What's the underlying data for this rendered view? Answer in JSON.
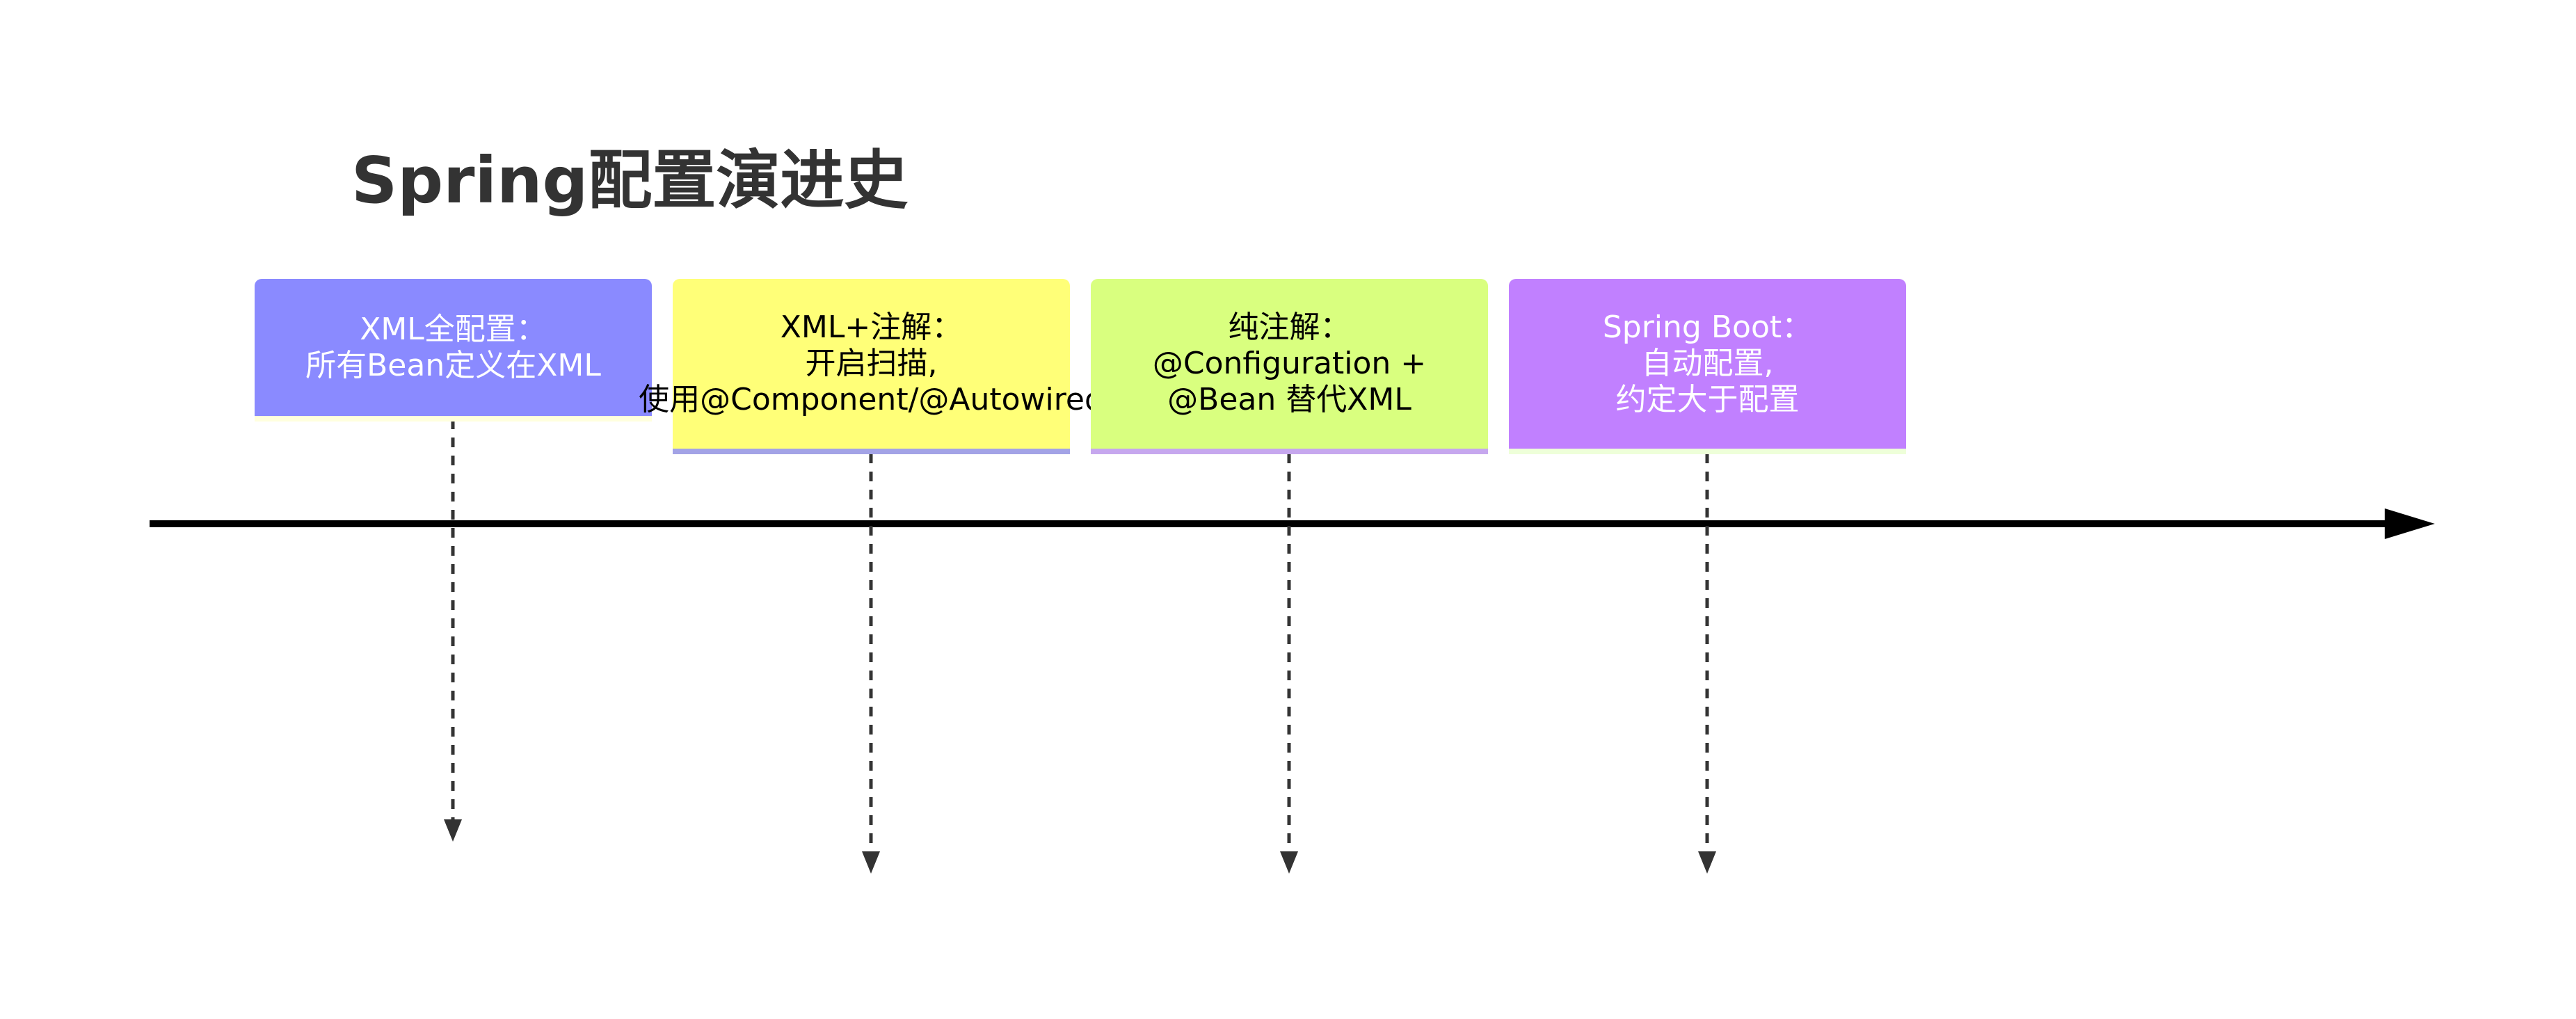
{
  "title": "Spring配置演进史",
  "colors": {
    "axis": "#000000",
    "connector": "#333333",
    "card1": "#8a8aff",
    "card2": "#ffff78",
    "card3": "#d9ff7f",
    "card4": "#c180ff"
  },
  "events": [
    {
      "lines": [
        "XML全配置：",
        "所有Bean定义在XML"
      ],
      "fill": "#8a8aff",
      "underline": "#ffffde",
      "text_color": "#ffffff"
    },
    {
      "lines": [
        "XML+注解：",
        "开启扫描,",
        "使用@Component/@Autowired"
      ],
      "fill": "#ffff78",
      "underline": "#a3a3e6",
      "text_color": "#000000"
    },
    {
      "lines": [
        "纯注解：",
        "@Configuration +",
        "@Bean 替代XML"
      ],
      "fill": "#d9ff7f",
      "underline": "#c6a7ee",
      "text_color": "#000000"
    },
    {
      "lines": [
        "Spring Boot：",
        "自动配置,",
        "约定大于配置"
      ],
      "fill": "#c180ff",
      "underline": "#eeffd9",
      "text_color": "#ffffff"
    }
  ]
}
